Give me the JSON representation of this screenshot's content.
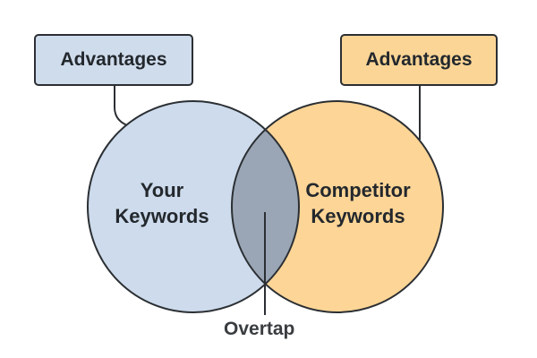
{
  "diagram": {
    "type": "venn",
    "left_callout": {
      "label": "Advantages",
      "fill": "#cfdcec"
    },
    "right_callout": {
      "label": "Advantages",
      "fill": "#fbd596"
    },
    "left_set": {
      "line1": "Your",
      "line2": "Keywords",
      "fill": "#cddbec"
    },
    "right_set": {
      "line1": "Competitor",
      "line2": "Keywords",
      "fill": "#fdd596"
    },
    "overlap": {
      "label": "Overtap",
      "fill": "#9aa6b5"
    },
    "stroke_color": "#2b2f33"
  }
}
